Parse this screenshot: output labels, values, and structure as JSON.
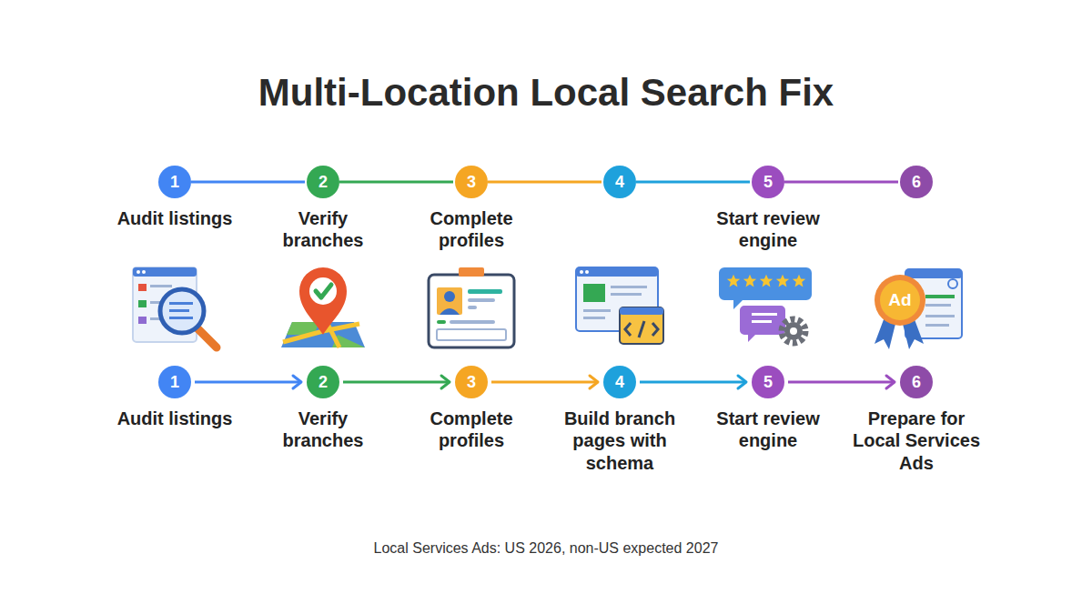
{
  "diagram": {
    "title": "Multi-Location Local Search Fix",
    "caption": "Local Services Ads: US 2026, non-US expected 2027",
    "nodes": [
      {
        "text": [
          "1",
          "Audit listings"
        ]
      },
      {
        "text": [
          "2",
          "Verify branches"
        ]
      },
      {
        "text": [
          "3",
          "Complete profiles"
        ]
      },
      {
        "text": [
          "4"
        ]
      },
      {
        "text": [
          "5",
          "Start review engine"
        ]
      },
      {
        "text": [
          "6"
        ]
      },
      {
        "text": [
          "1",
          "Audit listings"
        ]
      },
      {
        "text": [
          "2",
          "Verify branches"
        ]
      },
      {
        "text": [
          "3",
          "Complete profiles"
        ]
      },
      {
        "text": [
          "4",
          "Build branch pages with schema"
        ]
      },
      {
        "text": [
          "5",
          "Start review engine"
        ]
      },
      {
        "text": [
          "6",
          "Prepare for Local Services Ads"
        ]
      }
    ],
    "edges": [
      {
        "from": 0,
        "to": 1,
        "arrow": "none"
      },
      {
        "from": 1,
        "to": 2,
        "arrow": "none"
      },
      {
        "from": 2,
        "to": 3,
        "arrow": "none"
      },
      {
        "from": 3,
        "to": 4,
        "arrow": "none"
      },
      {
        "from": 4,
        "to": 5,
        "arrow": "none"
      },
      {
        "from": 6,
        "to": 7,
        "arrow": "to"
      },
      {
        "from": 7,
        "to": 8,
        "arrow": "to"
      },
      {
        "from": 8,
        "to": 9,
        "arrow": "to"
      },
      {
        "from": 9,
        "to": 10,
        "arrow": "to"
      },
      {
        "from": 10,
        "to": 11,
        "arrow": "to"
      }
    ],
    "labels": [
      "Ad"
    ]
  }
}
